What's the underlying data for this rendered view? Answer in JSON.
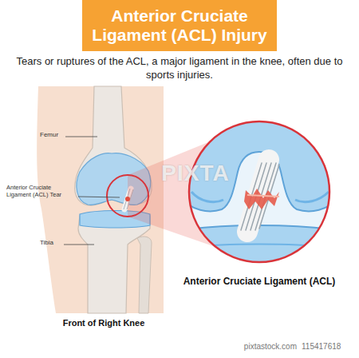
{
  "diagram": {
    "title": "Anterior Cruciate Ligament (ACL) Injury",
    "caption": "Tears or ruptures of the ACL, a major ligament in the knee, often due to sports injuries.",
    "labels": [
      "Femur",
      "Anterior Cruciate Ligament (ACL) Tear",
      "Tibia",
      "Anterior Cruciate Ligament (ACL)",
      "Front of Right Knee",
      "PIXTA",
      "pixtastock.com",
      "115417618"
    ]
  }
}
